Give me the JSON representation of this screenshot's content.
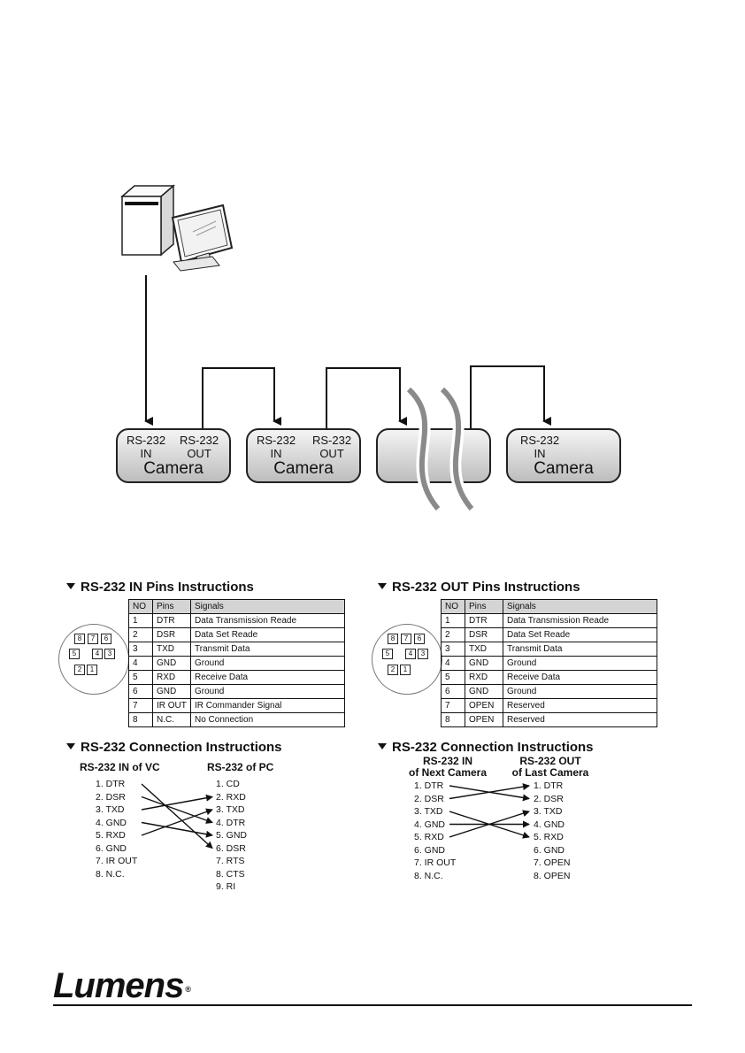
{
  "diagram": {
    "devices": [
      {
        "ports": [
          {
            "line1": "RS-232",
            "line2": "IN"
          },
          {
            "line1": "RS-232",
            "line2": "OUT"
          }
        ],
        "label": "Camera"
      },
      {
        "ports": [
          {
            "line1": "RS-232",
            "line2": "IN"
          },
          {
            "line1": "RS-232",
            "line2": "OUT"
          }
        ],
        "label": "Camera"
      },
      {
        "ports": [],
        "label": ""
      },
      {
        "ports": [
          {
            "line1": "RS-232",
            "line2": "IN"
          }
        ],
        "label": "Camera"
      }
    ]
  },
  "in_section": {
    "heading": "RS-232 IN Pins Instructions",
    "table": {
      "headers": [
        "NO",
        "Pins",
        "Signals"
      ],
      "rows": [
        [
          "1",
          "DTR",
          "Data Transmission Reade"
        ],
        [
          "2",
          "DSR",
          "Data Set Reade"
        ],
        [
          "3",
          "TXD",
          "Transmit Data"
        ],
        [
          "4",
          "GND",
          "Ground"
        ],
        [
          "5",
          "RXD",
          "Receive Data"
        ],
        [
          "6",
          "GND",
          "Ground"
        ],
        [
          "7",
          "IR OUT",
          "IR Commander Signal"
        ],
        [
          "8",
          "N.C.",
          "No Connection"
        ]
      ]
    },
    "connector_pins": [
      "8",
      "7",
      "6",
      "5",
      "4",
      "3",
      "2",
      "1"
    ]
  },
  "out_section": {
    "heading": "RS-232 OUT Pins Instructions",
    "table": {
      "headers": [
        "NO",
        "Pins",
        "Signals"
      ],
      "rows": [
        [
          "1",
          "DTR",
          "Data Transmission Reade"
        ],
        [
          "2",
          "DSR",
          "Data Set Reade"
        ],
        [
          "3",
          "TXD",
          "Transmit Data"
        ],
        [
          "4",
          "GND",
          "Ground"
        ],
        [
          "5",
          "RXD",
          "Receive Data"
        ],
        [
          "6",
          "GND",
          "Ground"
        ],
        [
          "7",
          "OPEN",
          "Reserved"
        ],
        [
          "8",
          "OPEN",
          "Reserved"
        ]
      ]
    },
    "connector_pins": [
      "8",
      "7",
      "6",
      "5",
      "4",
      "3",
      "2",
      "1"
    ]
  },
  "conn_left": {
    "heading": "RS-232 Connection Instructions",
    "left_title": "RS-232 IN of VC",
    "right_title": "RS-232 of PC",
    "left_pins": [
      "1. DTR",
      "2. DSR",
      "3. TXD",
      "4. GND",
      "5. RXD",
      "6. GND",
      "7. IR OUT",
      "8. N.C."
    ],
    "right_pins": [
      "1. CD",
      "2. RXD",
      "3. TXD",
      "4. DTR",
      "5. GND",
      "6. DSR",
      "7. RTS",
      "8. CTS",
      "9. RI"
    ]
  },
  "conn_right": {
    "heading": "RS-232 Connection Instructions",
    "left_title_1": "RS-232 IN",
    "left_title_2": "of Next Camera",
    "right_title_1": "RS-232 OUT",
    "right_title_2": "of Last Camera",
    "left_pins": [
      "1. DTR",
      "2. DSR",
      "3. TXD",
      "4. GND",
      "5. RXD",
      "6. GND",
      "7. IR OUT",
      "8. N.C."
    ],
    "right_pins": [
      "1. DTR",
      "2. DSR",
      "3. TXD",
      "4. GND",
      "5. RXD",
      "6. GND",
      "7. OPEN",
      "8. OPEN"
    ]
  },
  "footer": {
    "logo": "Lumens",
    "registered": "®"
  }
}
